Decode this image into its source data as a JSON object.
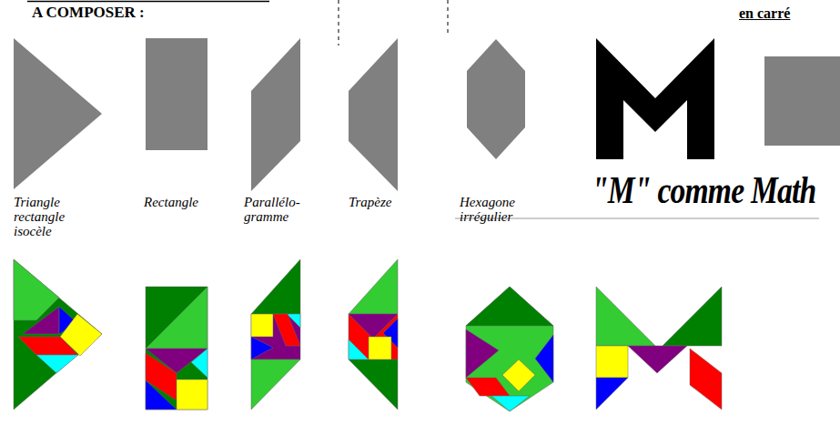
{
  "diagram": {
    "title": "A COMPOSER :",
    "labels": [
      "en carré",
      "Triangle rectangle isocèle",
      "Rectangle",
      "Parallélo- gramme",
      "Trapèze",
      "Hexagone irrégulier",
      "\"M\" comme Math"
    ]
  }
}
